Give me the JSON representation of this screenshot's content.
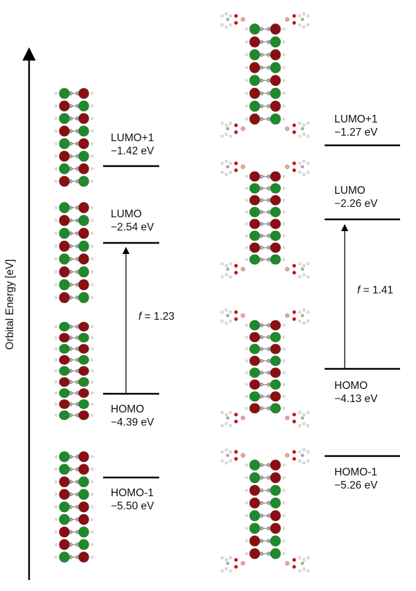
{
  "axis": {
    "title": "Orbital Energy [eV]"
  },
  "left_molecule": {
    "levels": [
      {
        "name": "LUMO+1",
        "energy": "−1.42 eV"
      },
      {
        "name": "LUMO",
        "energy": "−2.54 eV"
      },
      {
        "name": "HOMO",
        "energy": "−4.39 eV"
      },
      {
        "name": "HOMO-1",
        "energy": "−5.50 eV"
      }
    ],
    "transition": {
      "symbol": "f",
      "value": "= 1.23"
    }
  },
  "right_molecule": {
    "levels": [
      {
        "name": "LUMO+1",
        "energy": "−1.27 eV"
      },
      {
        "name": "LUMO",
        "energy": "−2.26 eV"
      },
      {
        "name": "HOMO",
        "energy": "−4.13 eV"
      },
      {
        "name": "HOMO-1",
        "energy": "−5.26 eV"
      }
    ],
    "transition": {
      "symbol": "f",
      "value": "= 1.41"
    }
  },
  "colors": {
    "lobe_red": "#8b0f12",
    "lobe_green": "#1f8a2a",
    "carbon": "#a9a9a9",
    "hydrogen": "#e8e8e8",
    "oxygen": "#c81414",
    "boron": "#e3a9a0"
  }
}
